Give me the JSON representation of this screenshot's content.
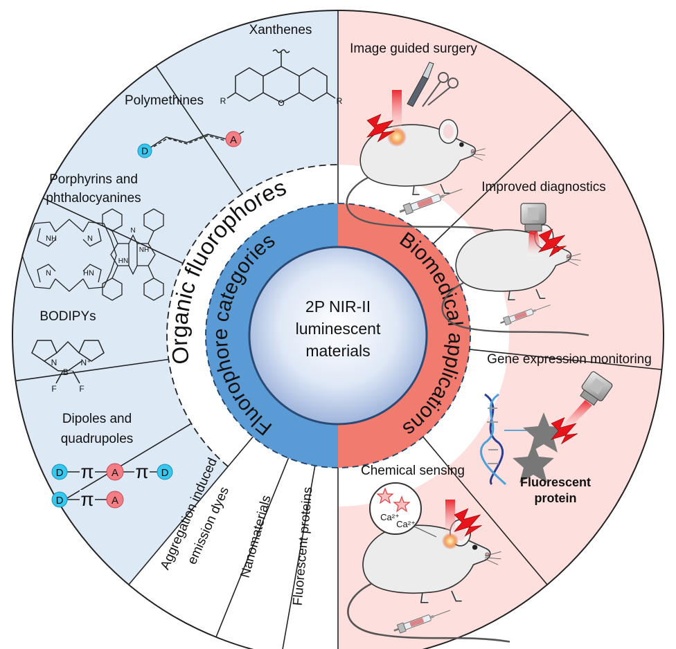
{
  "center": {
    "line1": "2P NIR-II",
    "line2": "luminescent",
    "line3": "materials"
  },
  "inner_ring": {
    "left_label": "Fluorophore categories",
    "right_label": "Biomedical applications"
  },
  "middle_ring": {
    "label": "Organic fluorophores"
  },
  "organic_categories": {
    "xanthenes": "Xanthenes",
    "polymethines": "Polymethines",
    "porphyrins_1": "Porphyrins and",
    "porphyrins_2": "phthalocyanines",
    "bodipys": "BODIPYs",
    "dipoles_1": "Dipoles and",
    "dipoles_2": "quadrupoles"
  },
  "other_categories": {
    "aie_1": "Aggregation induced",
    "aie_2": "emission dyes",
    "nanomaterials": "Nanomaterials",
    "fluorescent_proteins": "Fluorescent proteins"
  },
  "applications": {
    "surgery": "Image guided surgery",
    "diagnostics": "Improved diagnostics",
    "gene": "Gene expression monitoring",
    "chemical": "Chemical sensing",
    "fluorescent_protein_1": "Fluorescent",
    "fluorescent_protein_2": "protein",
    "ca_ion": "Ca²⁺"
  },
  "molecule_labels": {
    "donor": "D",
    "acceptor": "A",
    "pi": "π",
    "r": "R",
    "o": "O",
    "nh": "NH",
    "hn": "HN",
    "n": "N",
    "n_plus": "N⁺",
    "b": "B⁻",
    "f": "F"
  },
  "colors": {
    "organic_bg": "#ddeaf6",
    "application_bg": "#fde0de",
    "inner_blue": "#5b9bd5",
    "inner_red": "#f07b6e",
    "center_light": "#ffffff",
    "center_dark": "#9ab2dd",
    "donor": "#37c8f0",
    "acceptor": "#f47e84",
    "laser": "#e8141c"
  }
}
